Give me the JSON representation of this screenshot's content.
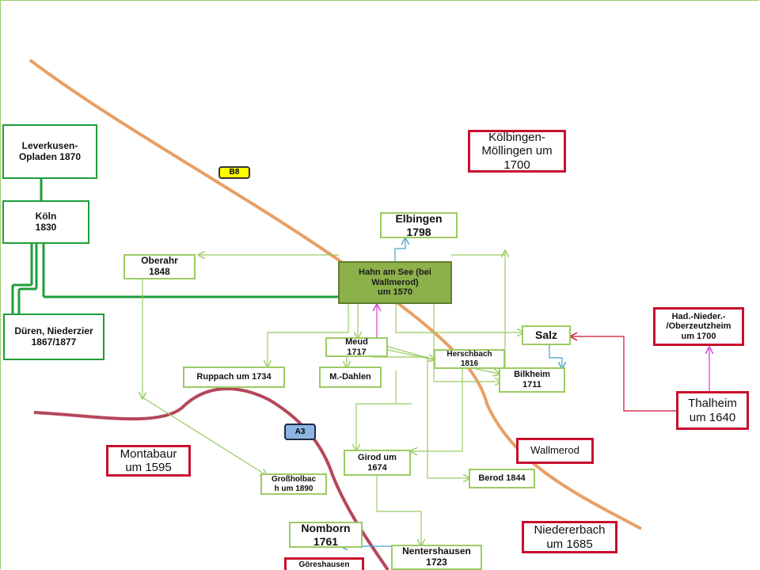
{
  "roads": {
    "b8": {
      "label": "B8",
      "color": "#ffff00"
    },
    "a3": {
      "label": "A3",
      "color": "#8eb4e3"
    }
  },
  "colors": {
    "dark_green": "#1f9d3a",
    "light_green": "#9bcb63",
    "red": "#c8102e",
    "hub_fill": "#8cb04a",
    "road_orange": "#e8a065",
    "road_red": "#b5475a",
    "arrow_blue": "#4aa3c9",
    "arrow_magenta": "#d63ad6"
  },
  "places": {
    "leverkusen": "Leverkusen-\nOpladen 1870",
    "koeln": "Köln\n1830",
    "dueren": "Düren, Niederzier\n1867/1877",
    "oberahr": "Oberahr\n1848",
    "hahn": "Hahn am See (bei\nWallmerod)\num 1570",
    "elbingen": "Elbingen\n1798",
    "koelbingen": "Kölbingen-\nMöllingen um\n1700",
    "salz": "Salz",
    "meud": "Meud\n1717",
    "mdahlen": "M.-Dahlen",
    "herschbach": "Herschbach\n1816",
    "bilkheim": "Bilkheim\n1711",
    "ruppach": "Ruppach um 1734",
    "hadamar": "Had.-Nieder.-\n/Oberzeutzheim\num 1700",
    "thalheim": "Thalheim\num 1640",
    "wallmerod": "Wallmerod",
    "montabaur": "Montabaur\num 1595",
    "grossholbach": "Großholbac\nh um 1890",
    "girod": "Girod um\n1674",
    "berod": "Berod 1844",
    "niedererbach": "Niedererbach\num 1685",
    "nomborn": "Nomborn\n1761",
    "nentershausen": "Nentershausen\n1723",
    "goeresshausen": "Göreshausen"
  }
}
